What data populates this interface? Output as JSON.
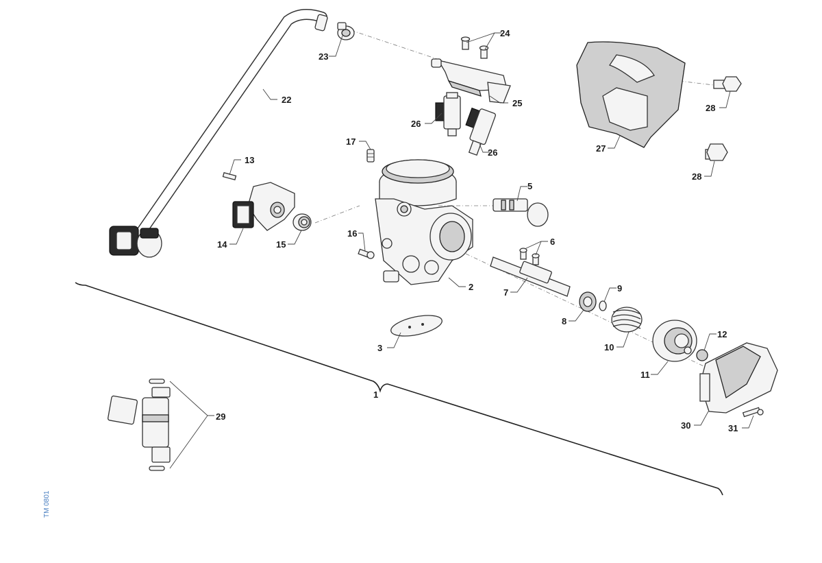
{
  "callouts": {
    "c1": "1",
    "c2": "2",
    "c3": "3",
    "c5": "5",
    "c6": "6",
    "c7": "7",
    "c8": "8",
    "c9": "9",
    "c10": "10",
    "c11": "11",
    "c12": "12",
    "c13": "13",
    "c14": "14",
    "c15": "15",
    "c16": "16",
    "c17": "17",
    "c22": "22",
    "c23": "23",
    "c24": "24",
    "c25": "25",
    "c26a": "26",
    "c26b": "26",
    "c27": "27",
    "c28a": "28",
    "c28b": "28",
    "c29": "29",
    "c30": "30",
    "c31": "31"
  },
  "reference_code": "TM 0801",
  "colors": {
    "line": "#333333",
    "reference_text": "#4a7fc1",
    "background": "#ffffff"
  }
}
